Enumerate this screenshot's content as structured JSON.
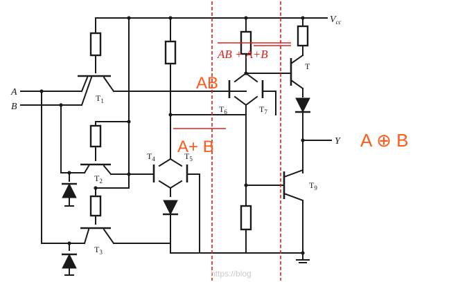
{
  "labels": {
    "vcc": "V",
    "vcc_sub": "cc",
    "input_a": "A",
    "input_b": "B",
    "t1": "T",
    "t1_sub": "1",
    "t2": "T",
    "t2_sub": "2",
    "t3": "T",
    "t3_sub": "3",
    "t4": "T",
    "t4_sub": "4",
    "t5": "T",
    "t5_sub": "5",
    "t6": "T",
    "t6_sub": "6",
    "t7": "T",
    "t7_sub": "7",
    "t_out": "T",
    "t9": "T",
    "t9_sub": "9",
    "output_y": "Y"
  },
  "annotations": {
    "ab": "AB",
    "a_plus_b": "A+ B",
    "ab_plus_a_plus_b": "AB + A+B",
    "xor_result": "A ⊕ B"
  },
  "watermark": "https://blog",
  "colors": {
    "wire": "#1a1a1a",
    "annotation_red": "#d9201a",
    "annotation_orange": "#ff5a1a"
  }
}
